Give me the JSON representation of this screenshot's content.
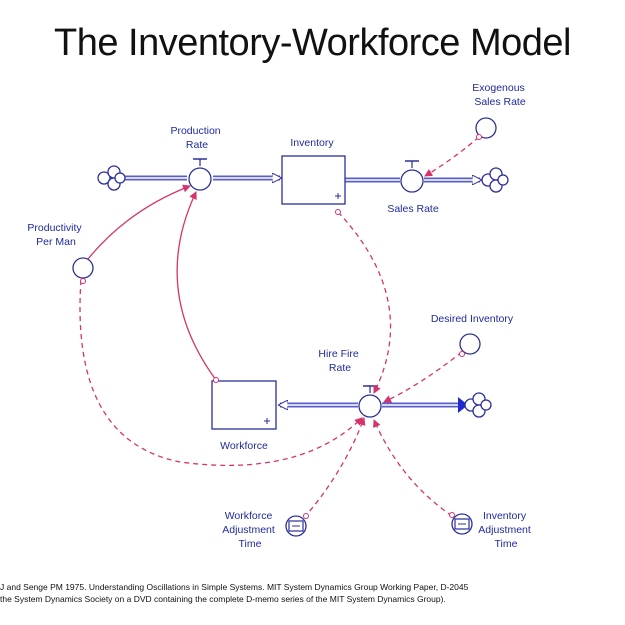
{
  "title": "The Inventory-Workforce Model",
  "labels": {
    "production_rate": [
      "Production",
      "Rate"
    ],
    "inventory": "Inventory",
    "exogenous_sales_rate": [
      "Exogenous",
      "Sales Rate"
    ],
    "sales_rate": "Sales Rate",
    "productivity_per_man": [
      "Productivity",
      "Per Man"
    ],
    "desired_inventory": "Desired Inventory",
    "hire_fire_rate": [
      "Hire Fire",
      "Rate"
    ],
    "workforce": "Workforce",
    "workforce_adjustment_time": [
      "Workforce",
      "Adjustment",
      "Time"
    ],
    "inventory_adjustment_time": [
      "Inventory",
      "Adjustment",
      "Time"
    ]
  },
  "footnote": {
    "line1": "J and Senge PM 1975. Understanding Oscillations in Simple Systems. MIT System Dynamics Group Working Paper, D-2045",
    "line2": "the System Dynamics Society on a DVD containing the complete D-memo series of the MIT System Dynamics Group)."
  },
  "colors": {
    "flow": "#5a5fc8",
    "connector": "#d6336c",
    "outline": "#2a2f9a",
    "label": "#1f2a9c"
  }
}
